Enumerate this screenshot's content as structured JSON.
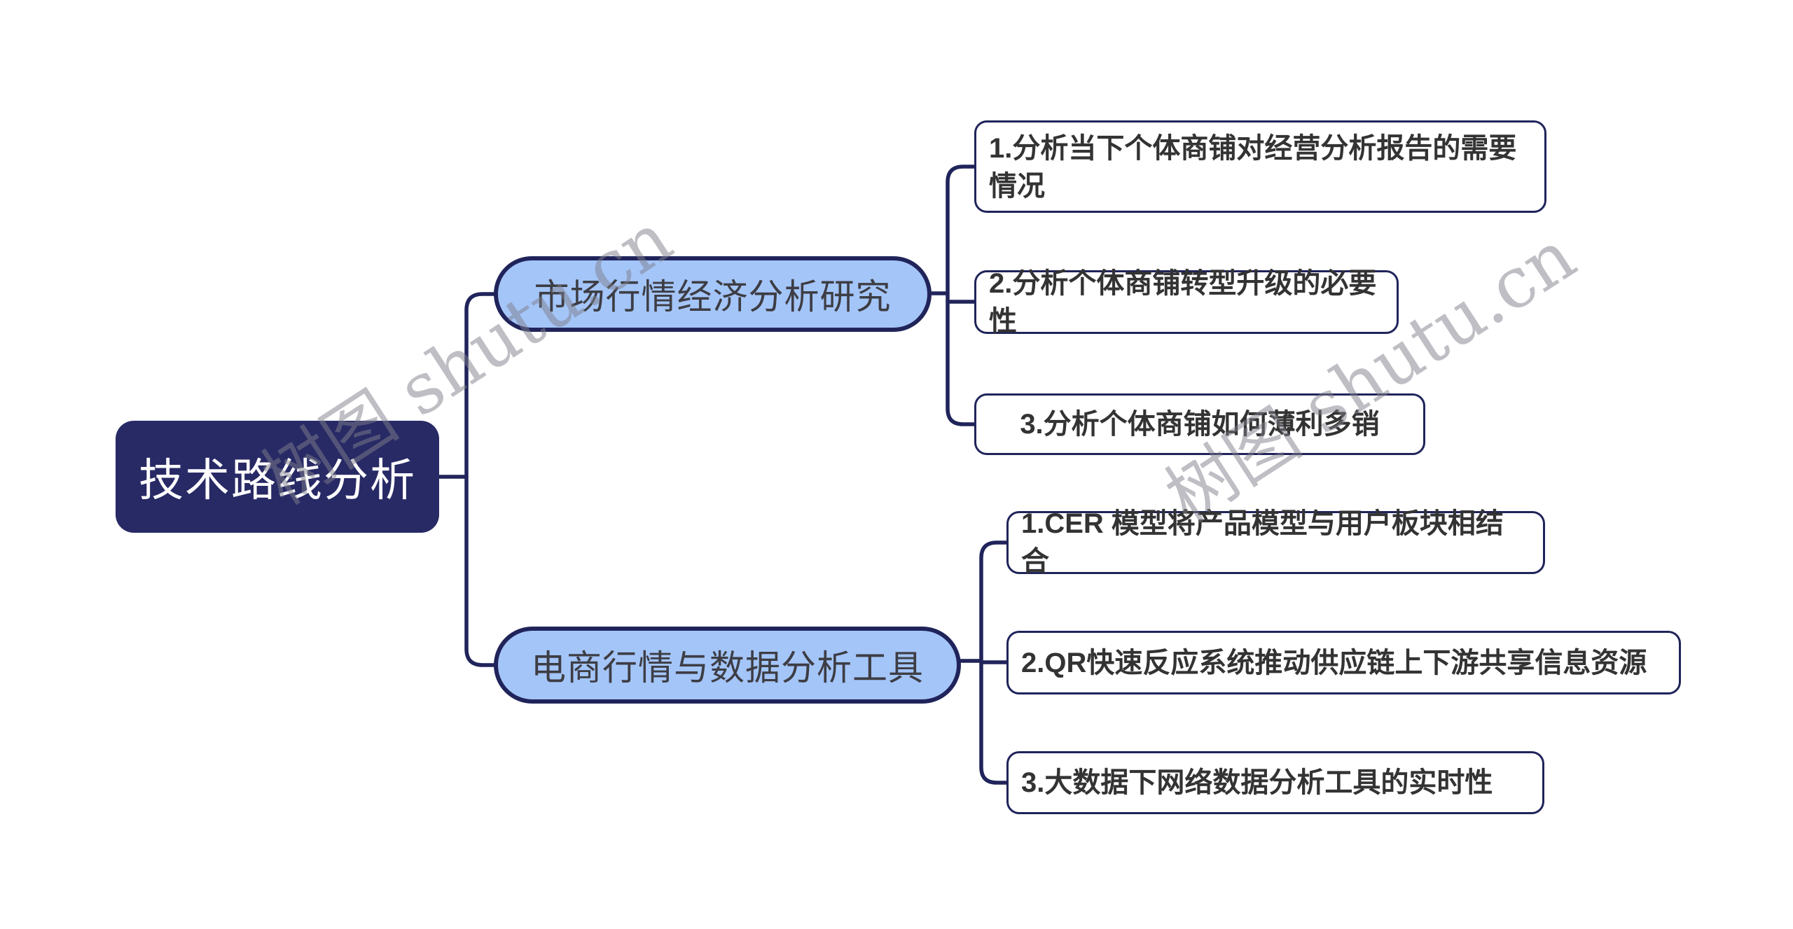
{
  "root": {
    "label": "技术路线分析"
  },
  "branches": [
    {
      "label": "市场行情经济分析研究",
      "children": [
        "1.分析当下个体商铺对经营分析报告的需要情况",
        "2.分析个体商铺转型升级的必要性",
        "3.分析个体商铺如何薄利多销"
      ]
    },
    {
      "label": "电商行情与数据分析工具",
      "children": [
        "1.CER 模型将产品模型与用户板块相结合",
        "2.QR快速反应系统推动供应链上下游共享信息资源",
        "3.大数据下网络数据分析工具的实时性"
      ]
    }
  ],
  "watermark": {
    "text": "树图 shutu.cn"
  },
  "colors": {
    "root_fill": "#282a66",
    "branch_fill": "#a4c5f8",
    "line": "#20245a",
    "leaf_border": "#20245a",
    "leaf_text": "#333333",
    "watermark": "#8d8d98"
  }
}
